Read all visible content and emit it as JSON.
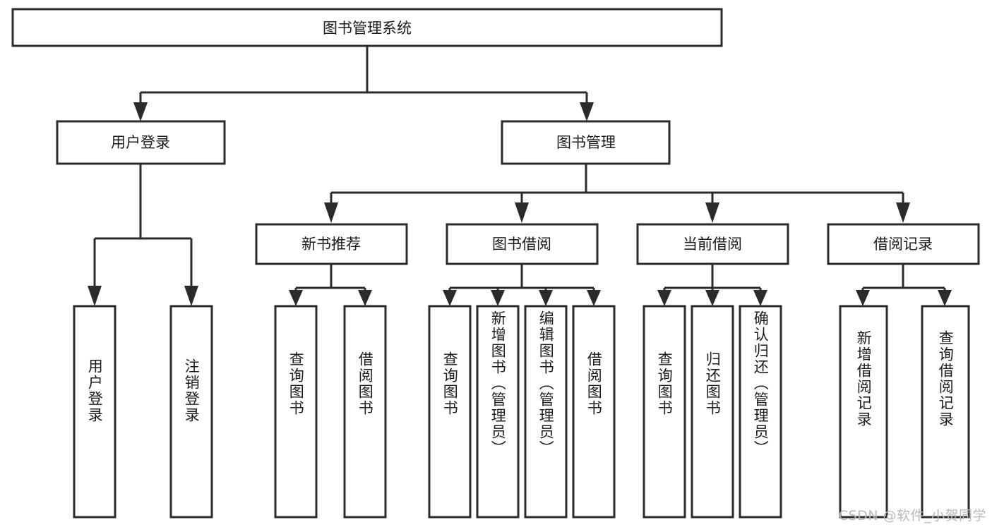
{
  "diagram": {
    "type": "hierarchy-tree",
    "title": "图书管理系统",
    "watermark": "CSDN @软件_小贺同学",
    "colors": {
      "background": "#ffffff",
      "box_fill": "#ffffff",
      "box_stroke": "#2b2b2b",
      "text": "#1b1b1b",
      "watermark": "#b9b9b9"
    },
    "root": {
      "id": "root",
      "label": "图书管理系统",
      "orientation": "horizontal"
    },
    "level1": [
      {
        "id": "user-login",
        "label": "用户登录",
        "orientation": "horizontal"
      },
      {
        "id": "book-manage",
        "label": "图书管理",
        "orientation": "horizontal"
      }
    ],
    "level2": [
      {
        "id": "new-book-rec",
        "label": "新书推荐",
        "parent": "book-manage",
        "orientation": "horizontal"
      },
      {
        "id": "book-borrow",
        "label": "图书借阅",
        "parent": "book-manage",
        "orientation": "horizontal"
      },
      {
        "id": "current-borrow",
        "label": "当前借阅",
        "parent": "book-manage",
        "orientation": "horizontal"
      },
      {
        "id": "borrow-record",
        "label": "借阅记录",
        "parent": "book-manage",
        "orientation": "horizontal"
      }
    ],
    "leaves": [
      {
        "id": "leaf-user-login",
        "label": "用户登录",
        "parent": "user-login",
        "orientation": "vertical"
      },
      {
        "id": "leaf-logout",
        "label": "注销登录",
        "parent": "user-login",
        "orientation": "vertical"
      },
      {
        "id": "leaf-query-book-1",
        "label": "查询图书",
        "parent": "new-book-rec",
        "orientation": "vertical"
      },
      {
        "id": "leaf-borrow-book-1",
        "label": "借阅图书",
        "parent": "new-book-rec",
        "orientation": "vertical"
      },
      {
        "id": "leaf-query-book-2",
        "label": "查询图书",
        "parent": "book-borrow",
        "orientation": "vertical"
      },
      {
        "id": "leaf-add-book",
        "label": "新增图书（管理员）",
        "parent": "book-borrow",
        "orientation": "vertical"
      },
      {
        "id": "leaf-edit-book",
        "label": "编辑图书（管理员）",
        "parent": "book-borrow",
        "orientation": "vertical"
      },
      {
        "id": "leaf-borrow-book-2",
        "label": "借阅图书",
        "parent": "book-borrow",
        "orientation": "vertical"
      },
      {
        "id": "leaf-query-book-3",
        "label": "查询图书",
        "parent": "current-borrow",
        "orientation": "vertical"
      },
      {
        "id": "leaf-return-book",
        "label": "归还图书",
        "parent": "current-borrow",
        "orientation": "vertical"
      },
      {
        "id": "leaf-confirm-return",
        "label": "确认归还（管理员）",
        "parent": "current-borrow",
        "orientation": "vertical"
      },
      {
        "id": "leaf-add-record",
        "label": "新增借阅记录",
        "parent": "borrow-record",
        "orientation": "vertical"
      },
      {
        "id": "leaf-query-record",
        "label": "查询借阅记录",
        "parent": "borrow-record",
        "orientation": "vertical"
      }
    ]
  }
}
